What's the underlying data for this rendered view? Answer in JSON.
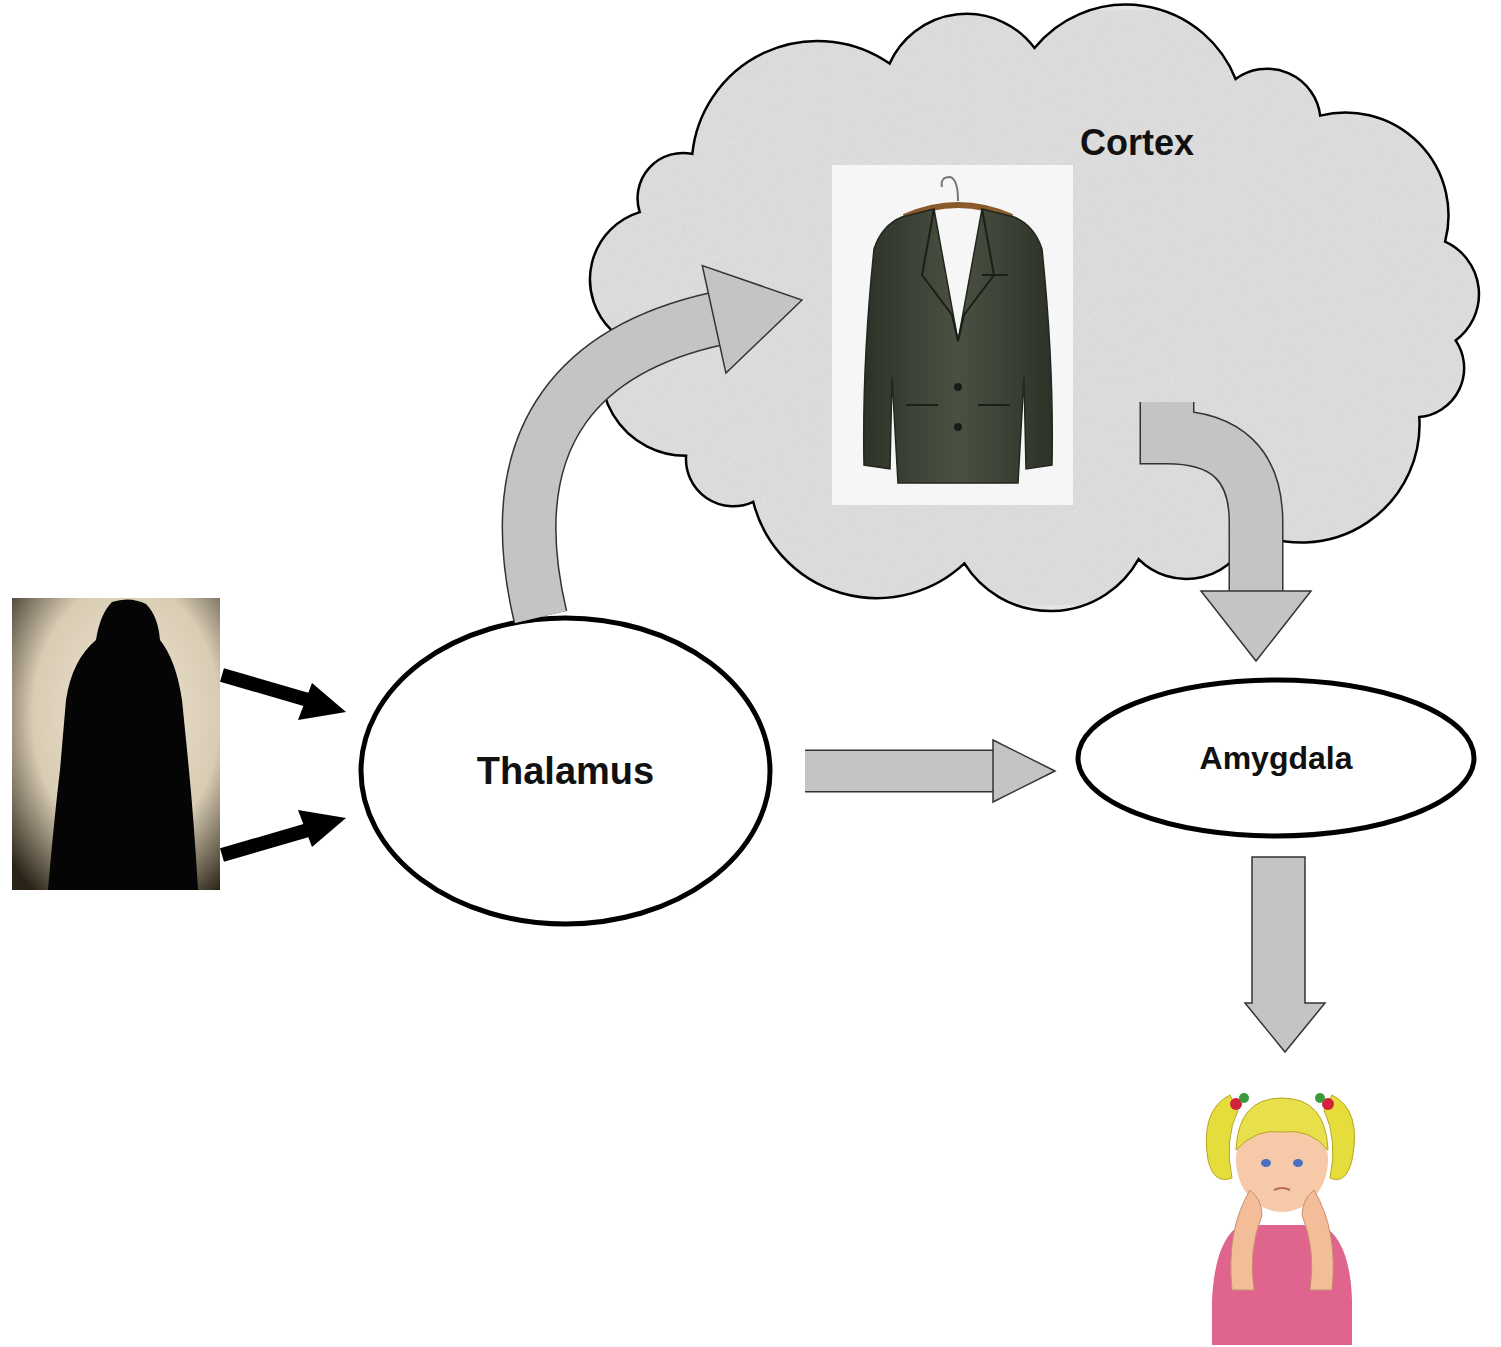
{
  "diagram": {
    "nodes": [
      {
        "text": [
          "Cortex"
        ]
      },
      {
        "text": [
          "Thalamus"
        ]
      },
      {
        "text": [
          "Amygdala"
        ]
      }
    ],
    "edges": [
      {
        "from": 1,
        "to": 0,
        "arrow": "to"
      },
      {
        "from": 0,
        "to": 2,
        "arrow": "to"
      },
      {
        "from": 1,
        "to": 2,
        "arrow": "to"
      }
    ]
  }
}
